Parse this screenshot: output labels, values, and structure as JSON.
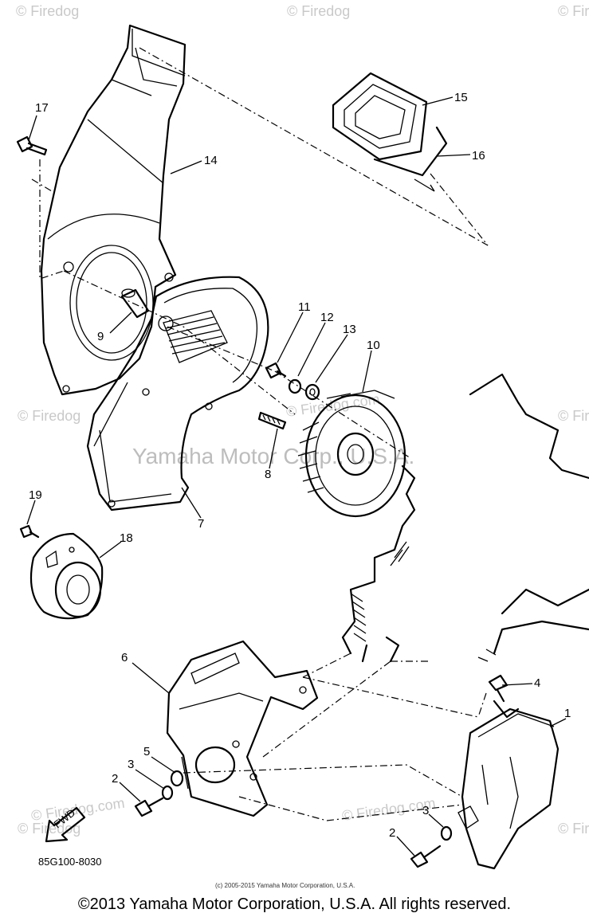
{
  "watermarks": {
    "site": "© Firedog",
    "site_full": "© Firedog.com",
    "brand": "Yamaha Motor Corp., U.S.A."
  },
  "diagram": {
    "code": "85G100-8030",
    "arrow_label": "FWD",
    "small_copyright": "(c) 2005-2015 Yamaha Motor Corporation, U.S.A.",
    "callouts": [
      {
        "id": "c17",
        "label": "17"
      },
      {
        "id": "c14",
        "label": "14"
      },
      {
        "id": "c15",
        "label": "15"
      },
      {
        "id": "c16",
        "label": "16"
      },
      {
        "id": "c9",
        "label": "9"
      },
      {
        "id": "c11",
        "label": "11"
      },
      {
        "id": "c12",
        "label": "12"
      },
      {
        "id": "c13",
        "label": "13"
      },
      {
        "id": "c10",
        "label": "10"
      },
      {
        "id": "c8",
        "label": "8"
      },
      {
        "id": "c7",
        "label": "7"
      },
      {
        "id": "c19",
        "label": "19"
      },
      {
        "id": "c18",
        "label": "18"
      },
      {
        "id": "c6",
        "label": "6"
      },
      {
        "id": "c4",
        "label": "4"
      },
      {
        "id": "c1",
        "label": "1"
      },
      {
        "id": "c5",
        "label": "5"
      },
      {
        "id": "c3a",
        "label": "3"
      },
      {
        "id": "c2a",
        "label": "2"
      },
      {
        "id": "c3b",
        "label": "3"
      },
      {
        "id": "c2b",
        "label": "2"
      }
    ]
  },
  "footer": {
    "copyright": "©2013 Yamaha Motor Corporation, U.S.A. All rights reserved."
  }
}
